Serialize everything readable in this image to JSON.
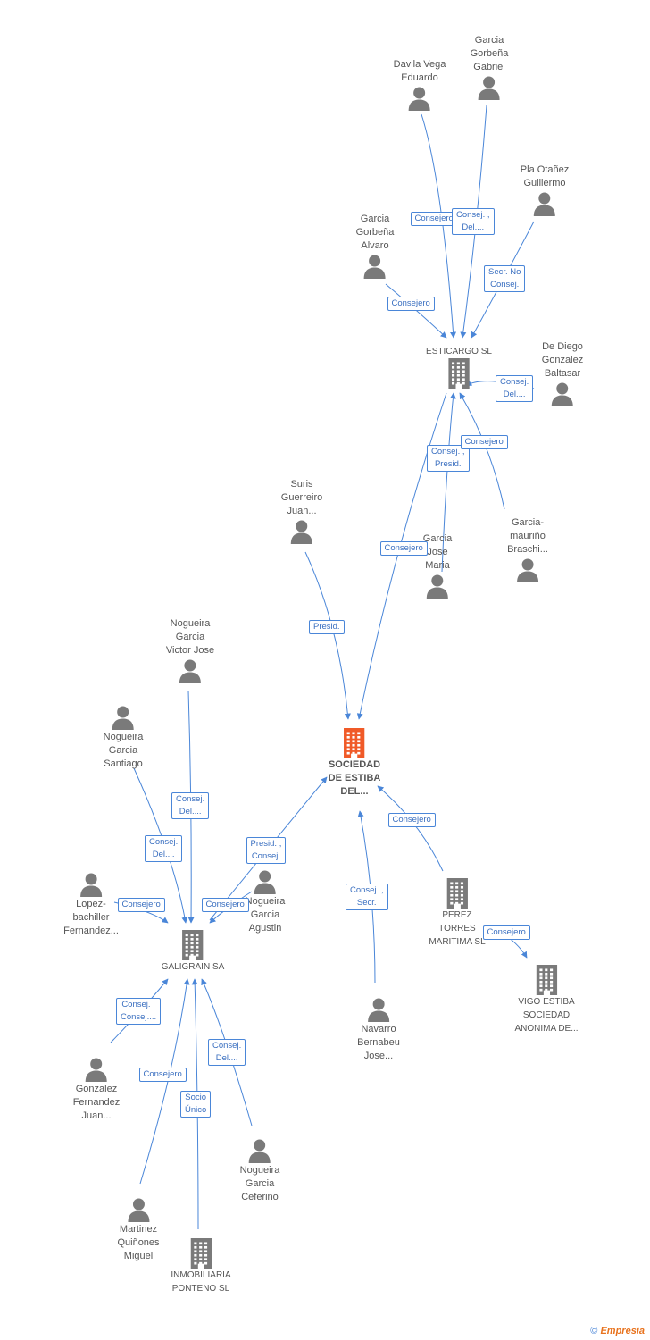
{
  "colors": {
    "edge": "#4a86d8",
    "icon": "#7a7a7a",
    "main": "#f05a28"
  },
  "nodes": [
    {
      "id": "davila",
      "kind": "person",
      "label": "Davila Vega\nEduardo"
    },
    {
      "id": "gg_gabriel",
      "kind": "person",
      "label": "Garcia\nGorbeña\nGabriel"
    },
    {
      "id": "pla",
      "kind": "person",
      "label": "Pla Otañez\nGuillermo"
    },
    {
      "id": "gg_alvaro",
      "kind": "person",
      "label": "Garcia\nGorbeña\nAlvaro"
    },
    {
      "id": "esticargo",
      "kind": "company",
      "label": "ESTICARGO SL"
    },
    {
      "id": "dediego",
      "kind": "person",
      "label": "De Diego\nGonzalez\nBaltasar"
    },
    {
      "id": "suris",
      "kind": "person",
      "label": "Suris\nGuerreiro\nJuan..."
    },
    {
      "id": "garcia_jose",
      "kind": "person",
      "label": "Garcia\nJose\nMaria"
    },
    {
      "id": "garcia_mauri",
      "kind": "person",
      "label": "Garcia-\nmauriño\nBraschi..."
    },
    {
      "id": "nog_victor",
      "kind": "person",
      "label": "Nogueira\nGarcia\nVictor Jose"
    },
    {
      "id": "main",
      "kind": "main",
      "label": "SOCIEDAD\nDE ESTIBA\nDEL..."
    },
    {
      "id": "nog_santiago",
      "kind": "person",
      "label": "Nogueira\nGarcia\nSantiago"
    },
    {
      "id": "lopez",
      "kind": "person",
      "label": "Lopez-\nbachiller\nFernandez..."
    },
    {
      "id": "nog_agustin",
      "kind": "person",
      "label": "Nogueira\nGarcia\nAgustin"
    },
    {
      "id": "galigrain",
      "kind": "company",
      "label": "GALIGRAIN SA"
    },
    {
      "id": "perez",
      "kind": "company",
      "label": "PEREZ\nTORRES\nMARITIMA SL"
    },
    {
      "id": "vigo",
      "kind": "company",
      "label": "VIGO ESTIBA\nSOCIEDAD\nANONIMA DE..."
    },
    {
      "id": "navarro",
      "kind": "person",
      "label": "Navarro\nBernabeu\nJose..."
    },
    {
      "id": "gonzalez",
      "kind": "person",
      "label": "Gonzalez\nFernandez\nJuan..."
    },
    {
      "id": "nog_ceferino",
      "kind": "person",
      "label": "Nogueira\nGarcia\nCeferino"
    },
    {
      "id": "martinez",
      "kind": "person",
      "label": "Martinez\nQuiñones\nMiguel"
    },
    {
      "id": "inmobiliaria",
      "kind": "company",
      "label": "INMOBILIARIA\nPONTENO SL"
    }
  ],
  "edges": [
    {
      "from": "davila",
      "to": "esticargo",
      "label": "Consejero"
    },
    {
      "from": "gg_gabriel",
      "to": "esticargo",
      "label": "Consej. ,\nDel...."
    },
    {
      "from": "pla",
      "to": "esticargo",
      "label": "Secr. No\nConsej."
    },
    {
      "from": "gg_alvaro",
      "to": "esticargo",
      "label": "Consejero"
    },
    {
      "from": "dediego",
      "to": "esticargo",
      "label": "Consej.\nDel...."
    },
    {
      "from": "garcia_jose",
      "to": "esticargo",
      "label": "Consej. ,\nPresid."
    },
    {
      "from": "garcia_mauri",
      "to": "esticargo",
      "label": "Consejero"
    },
    {
      "from": "esticargo",
      "to": "main",
      "label": "Consejero"
    },
    {
      "from": "suris",
      "to": "main",
      "label": "Presid."
    },
    {
      "from": "perez",
      "to": "main",
      "label": "Consejero"
    },
    {
      "from": "navarro",
      "to": "main",
      "label": "Consej. ,\nSecr."
    },
    {
      "from": "galigrain",
      "to": "main",
      "label": "Presid. ,\nConsej."
    },
    {
      "from": "perez",
      "to": "vigo",
      "label": "Consejero"
    },
    {
      "from": "nog_victor",
      "to": "galigrain",
      "label": "Consej.\nDel...."
    },
    {
      "from": "nog_santiago",
      "to": "galigrain",
      "label": "Consej.\nDel...."
    },
    {
      "from": "lopez",
      "to": "galigrain",
      "label": "Consejero"
    },
    {
      "from": "nog_agustin",
      "to": "galigrain",
      "label": "Consejero"
    },
    {
      "from": "gonzalez",
      "to": "galigrain",
      "label": "Consej. ,\nConsej...."
    },
    {
      "from": "martinez",
      "to": "galigrain",
      "label": "Consejero"
    },
    {
      "from": "inmobiliaria",
      "to": "galigrain",
      "label": "Socio\nÚnico"
    },
    {
      "from": "nog_ceferino",
      "to": "galigrain",
      "label": "Consej.\nDel...."
    }
  ],
  "footer": {
    "copyright": "©",
    "brand": "Empresia"
  }
}
